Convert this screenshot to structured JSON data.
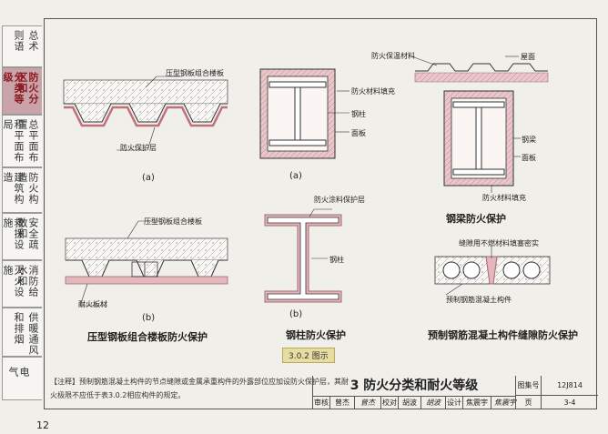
{
  "page_number": "12",
  "tabs": [
    {
      "c1": "总术",
      "c2": "则语"
    },
    {
      "c1": "防火分区和",
      "c2": "分类等级",
      "active": true
    },
    {
      "c1": "总平面布置",
      "c2": "和平面布局"
    },
    {
      "c1": "防火构造",
      "c2": "建筑构造"
    },
    {
      "c1": "安全疏散和",
      "c2": "救援设施"
    },
    {
      "c1": "消防给水和",
      "c2": "灭火设施"
    },
    {
      "c1": "供暖通风",
      "c2": "和排烟"
    },
    {
      "c1": "电气",
      "c2": ""
    }
  ],
  "figures": {
    "slab_a": {
      "label_top": "压型钢板组合楼板",
      "label_mid": "防火保护层",
      "caption": "(a)"
    },
    "slab_b": {
      "label_top": "压型钢板组合楼板",
      "label_mid": "耐火板材",
      "caption": "(b)"
    },
    "slab_title": "压型钢板组合楼板防火保护",
    "column_a": {
      "label1": "防火材料填充",
      "label2": "钢柱",
      "label3": "面板",
      "caption": "(a)"
    },
    "column_b": {
      "label1": "防火涂料保护层",
      "label2": "钢柱",
      "caption": "(b)"
    },
    "column_title": "钢柱防火保护",
    "beam": {
      "label1": "防火保温材料",
      "label2": "屋面",
      "label3": "钢梁",
      "label4": "面板",
      "label5": "防火材料填充"
    },
    "beam_title": "钢梁防火保护",
    "precast": {
      "label1": "缝隙用不燃材料填塞密实",
      "label2": "预制钢筋混凝土构件"
    },
    "precast_title": "预制钢筋混凝土构件缝隙防火保护"
  },
  "figure_badge": "3.0.2 图示",
  "note": "【注释】预制钢筋混凝土构件的节点缝隙或金属承重构件的外露部位应加设防火保护层，其耐火极限不应低于表3.0.2相应构件的规定。",
  "titleblock": {
    "title": "3 防火分类和耐火等级",
    "atlas_label": "图集号",
    "atlas_no": "12J814",
    "page_label": "页",
    "page_no": "3-4",
    "row": [
      "审核",
      "曾杰",
      "曾杰",
      "校对",
      "胡波",
      "胡波",
      "设计",
      "焦震宇",
      "焦震宇"
    ]
  },
  "colors": {
    "accent_tab": "#c9a3a8",
    "fire_layer": "#d9a3a8",
    "badge": "#e8dda0"
  }
}
